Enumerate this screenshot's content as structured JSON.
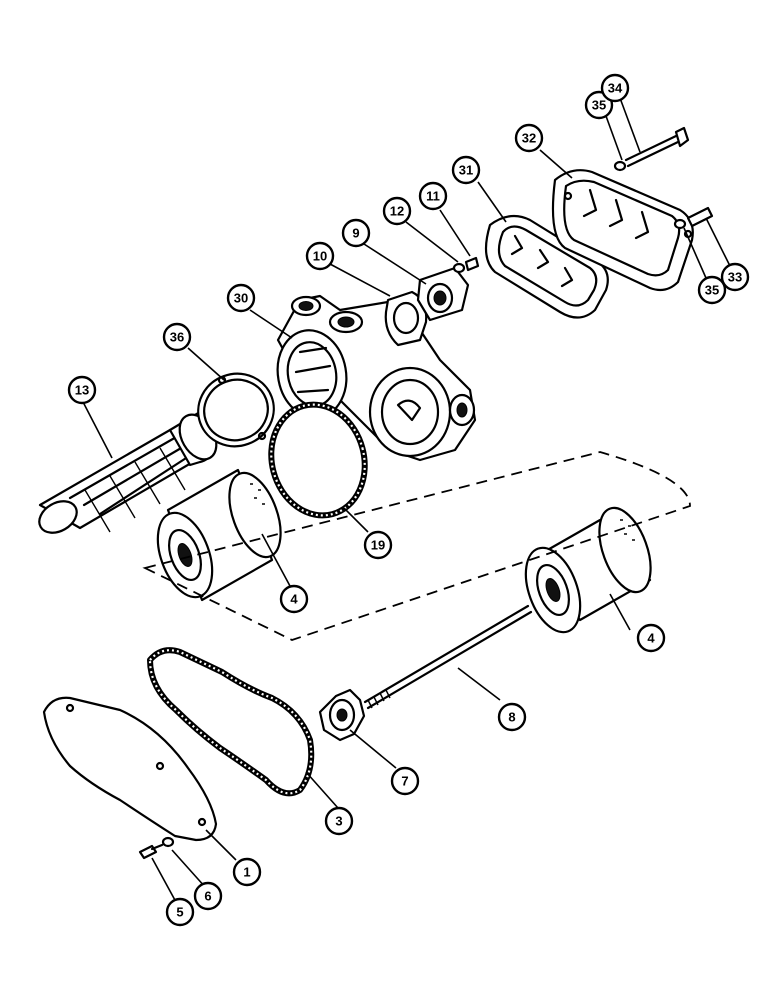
{
  "callouts": [
    {
      "id": "c13",
      "label": "13"
    },
    {
      "id": "c36",
      "label": "36"
    },
    {
      "id": "c30",
      "label": "30"
    },
    {
      "id": "c10",
      "label": "10"
    },
    {
      "id": "c9",
      "label": "9"
    },
    {
      "id": "c12",
      "label": "12"
    },
    {
      "id": "c11",
      "label": "11"
    },
    {
      "id": "c31",
      "label": "31"
    },
    {
      "id": "c32",
      "label": "32"
    },
    {
      "id": "c35a",
      "label": "35"
    },
    {
      "id": "c34",
      "label": "34"
    },
    {
      "id": "c35b",
      "label": "35"
    },
    {
      "id": "c33",
      "label": "33"
    },
    {
      "id": "c19",
      "label": "19"
    },
    {
      "id": "c4a",
      "label": "4"
    },
    {
      "id": "c4b",
      "label": "4"
    },
    {
      "id": "c8",
      "label": "8"
    },
    {
      "id": "c7",
      "label": "7"
    },
    {
      "id": "c3",
      "label": "3"
    },
    {
      "id": "c1",
      "label": "1"
    },
    {
      "id": "c5",
      "label": "5"
    },
    {
      "id": "c6",
      "label": "6"
    }
  ]
}
